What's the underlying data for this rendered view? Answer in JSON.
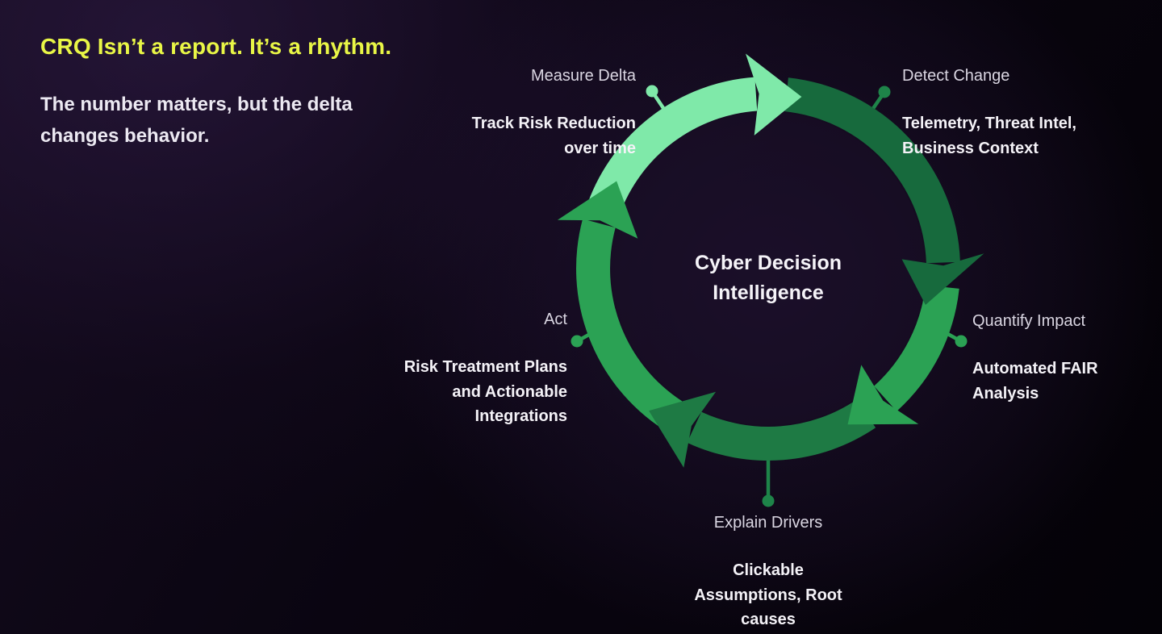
{
  "slide": {
    "title": "CRQ Isn’t a report. It’s a rhythm.",
    "subtitle_lines": [
      "The number matters, but the delta",
      "changes behavior."
    ]
  },
  "colors": {
    "title_yellow": "#e9f646",
    "mint": "#7fe9a9",
    "dark_green": "#176a3d",
    "medium_green": "#2ba254",
    "deep_green": "#1e7a44",
    "connector_dark": "#1e8449",
    "inner_disc": "#1a0e27"
  },
  "cycle": {
    "center_lines": [
      "Cyber Decision",
      "Intelligence"
    ],
    "stages": [
      {
        "id": "measure-delta",
        "label": "Measure Delta",
        "detail_lines": [
          "Track Risk Reduction",
          "over time"
        ]
      },
      {
        "id": "detect-change",
        "label": "Detect Change",
        "detail_lines": [
          "Telemetry, Threat Intel,",
          "Business Context"
        ]
      },
      {
        "id": "quantify-impact",
        "label": "Quantify Impact",
        "detail_lines": [
          "Automated FAIR",
          "Analysis"
        ]
      },
      {
        "id": "explain-drivers",
        "label": "Explain Drivers",
        "detail_lines": [
          "Clickable",
          "Assumptions, Root",
          "causes"
        ]
      },
      {
        "id": "act",
        "label": "Act",
        "detail_lines": [
          "Risk Treatment Plans",
          "and Actionable",
          "Integrations"
        ]
      }
    ]
  }
}
